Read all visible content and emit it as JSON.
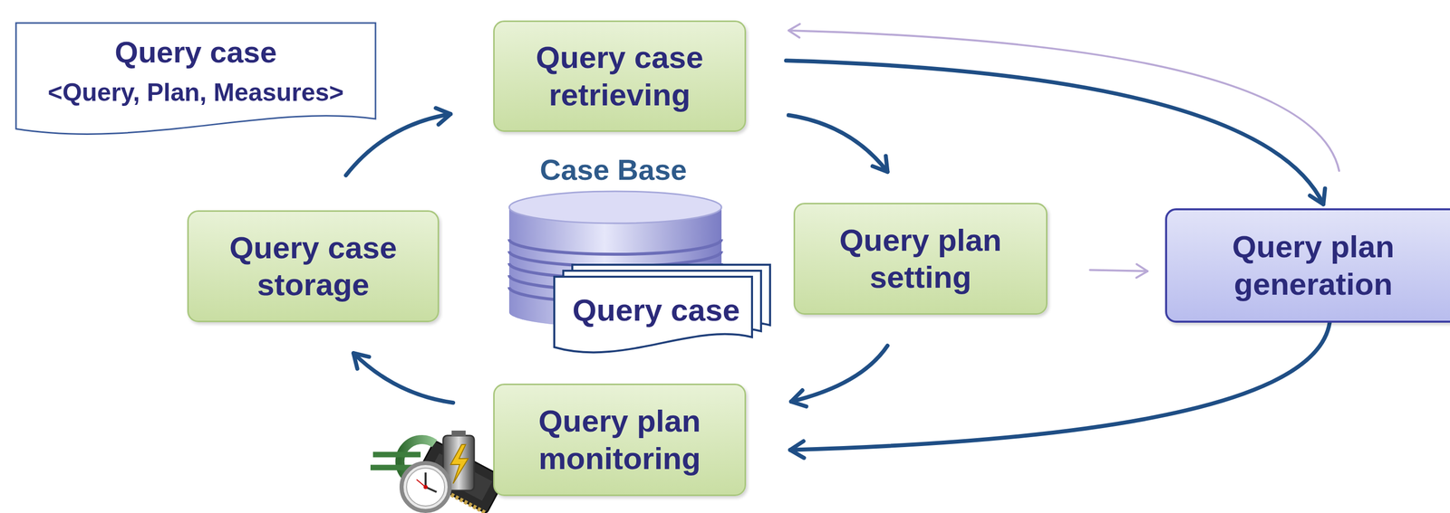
{
  "diagram": {
    "nodes": [
      {
        "text": [
          "Query case",
          "<Query, Plan, Measures>"
        ]
      },
      {
        "text": [
          "Query case retrieving"
        ]
      },
      {
        "text": [
          "Case Base"
        ]
      },
      {
        "text": [
          "Query case"
        ]
      },
      {
        "text": [
          "Query case storage"
        ]
      },
      {
        "text": [
          "Query plan setting"
        ]
      },
      {
        "text": [
          "Query plan generation"
        ]
      },
      {
        "text": [
          "Query plan monitoring"
        ]
      }
    ],
    "edges": [
      {
        "from": 4,
        "to": 1,
        "arrow": "to"
      },
      {
        "from": 1,
        "to": 5,
        "arrow": "to"
      },
      {
        "from": 1,
        "to": 6,
        "arrow": "to"
      },
      {
        "from": 6,
        "to": 1,
        "arrow": "to"
      },
      {
        "from": 5,
        "to": 6,
        "arrow": "to"
      },
      {
        "from": 5,
        "to": 7,
        "arrow": "to"
      },
      {
        "from": 6,
        "to": 7,
        "arrow": "to"
      },
      {
        "from": 7,
        "to": 4,
        "arrow": "to"
      }
    ]
  }
}
